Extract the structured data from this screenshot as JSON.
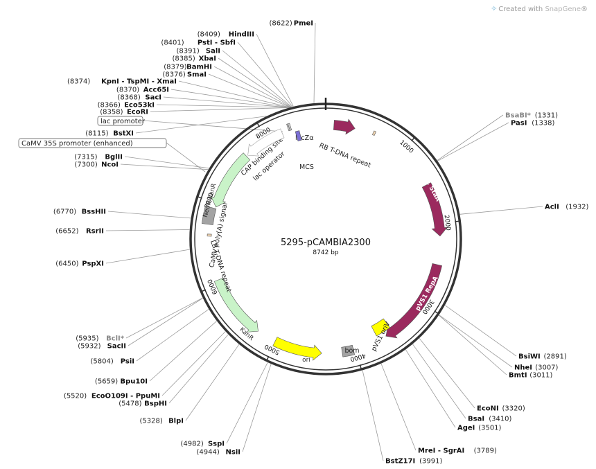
{
  "plasmid": {
    "name": "5295-pCAMBIA2300",
    "length_label": "8742 bp",
    "length": 8742
  },
  "brand": {
    "prefix": "Created with ",
    "name": "SnapGene",
    "mark": "®"
  },
  "ticks": [
    "1000",
    "2000",
    "3000",
    "4000",
    "5000",
    "6000",
    "7000",
    "8000"
  ],
  "sites": [
    {
      "name": "PmeI",
      "pos": "(8622)",
      "bp": 8622,
      "side": "L"
    },
    {
      "name": "HindIII",
      "pos": "(8409)",
      "bp": 8409,
      "side": "L"
    },
    {
      "name": "PstI - SbfI",
      "pos": "(8401)",
      "bp": 8401,
      "side": "L"
    },
    {
      "name": "SalI",
      "pos": "(8391)",
      "bp": 8391,
      "side": "L"
    },
    {
      "name": "XbaI",
      "pos": "(8385)",
      "bp": 8385,
      "side": "L"
    },
    {
      "name": "BamHI",
      "pos": "(8379)",
      "bp": 8379,
      "side": "L"
    },
    {
      "name": "SmaI",
      "pos": "(8376)",
      "bp": 8376,
      "side": "L"
    },
    {
      "name": "KpnI - TspMI - XmaI",
      "pos": "(8374)",
      "bp": 8374,
      "side": "L"
    },
    {
      "name": "Acc65I",
      "pos": "(8370)",
      "bp": 8370,
      "side": "L"
    },
    {
      "name": "SacI",
      "pos": "(8368)",
      "bp": 8368,
      "side": "L"
    },
    {
      "name": "Eco53kI",
      "pos": "(8366)",
      "bp": 8366,
      "side": "L"
    },
    {
      "name": "EcoRI",
      "pos": "(8358)",
      "bp": 8358,
      "side": "L"
    },
    {
      "name": "BstXI",
      "pos": "(8115)",
      "bp": 8115,
      "side": "L"
    },
    {
      "name": "BglII",
      "pos": "(7315)",
      "bp": 7315,
      "side": "L"
    },
    {
      "name": "NcoI",
      "pos": "(7300)",
      "bp": 7300,
      "side": "L"
    },
    {
      "name": "BssHII",
      "pos": "(6770)",
      "bp": 6770,
      "side": "L"
    },
    {
      "name": "RsrII",
      "pos": "(6652)",
      "bp": 6652,
      "side": "L"
    },
    {
      "name": "PspXI",
      "pos": "(6450)",
      "bp": 6450,
      "side": "L"
    },
    {
      "name": "BclI*",
      "pos": "(5935)",
      "bp": 5935,
      "side": "L",
      "dim": true
    },
    {
      "name": "SacII",
      "pos": "(5932)",
      "bp": 5932,
      "side": "L"
    },
    {
      "name": "PsiI",
      "pos": "(5804)",
      "bp": 5804,
      "side": "L"
    },
    {
      "name": "Bpu10I",
      "pos": "(5659)",
      "bp": 5659,
      "side": "L"
    },
    {
      "name": "EcoO109I - PpuMI",
      "pos": "(5520)",
      "bp": 5520,
      "side": "L"
    },
    {
      "name": "BspHI",
      "pos": "(5478)",
      "bp": 5478,
      "side": "L"
    },
    {
      "name": "BlpI",
      "pos": "(5328)",
      "bp": 5328,
      "side": "L"
    },
    {
      "name": "SspI",
      "pos": "(4982)",
      "bp": 4982,
      "side": "L"
    },
    {
      "name": "NsiI",
      "pos": "(4944)",
      "bp": 4944,
      "side": "L"
    },
    {
      "name": "BsaBI*",
      "pos": "(1331)",
      "bp": 1331,
      "side": "R",
      "dim": true
    },
    {
      "name": "PasI",
      "pos": "(1338)",
      "bp": 1338,
      "side": "R"
    },
    {
      "name": "AclI",
      "pos": "(1932)",
      "bp": 1932,
      "side": "R"
    },
    {
      "name": "BsiWI",
      "pos": "(2891)",
      "bp": 2891,
      "side": "R"
    },
    {
      "name": "NheI",
      "pos": "(3007)",
      "bp": 3007,
      "side": "R"
    },
    {
      "name": "BmtI",
      "pos": "(3011)",
      "bp": 3011,
      "side": "R"
    },
    {
      "name": "EcoNI",
      "pos": "(3320)",
      "bp": 3320,
      "side": "R"
    },
    {
      "name": "BsaI",
      "pos": "(3410)",
      "bp": 3410,
      "side": "R"
    },
    {
      "name": "AgeI",
      "pos": "(3501)",
      "bp": 3501,
      "side": "R"
    },
    {
      "name": "MreI - SgrAI",
      "pos": "(3789)",
      "bp": 3789,
      "side": "R"
    },
    {
      "name": "BstZ17I",
      "pos": "(3991)",
      "bp": 3991,
      "side": "R"
    }
  ],
  "boxed_features": [
    {
      "label": "lac promoter"
    },
    {
      "label": "CaMV 35S promoter (enhanced)"
    }
  ],
  "features": [
    {
      "label": "lacZα",
      "start": 100,
      "end": 360,
      "color": "#9b2a5e",
      "type": "arrow",
      "dir": 1
    },
    {
      "label": "RB T-DNA repeat",
      "start": 585,
      "end": 610,
      "color": "#f2d6b3",
      "type": "box"
    },
    {
      "label": "MCS",
      "start": 8358,
      "end": 8409,
      "color": "#7b6fd6",
      "type": "box"
    },
    {
      "label": "pVS1 StaA",
      "start": 1500,
      "end": 2150,
      "color": "#9b2a5e",
      "type": "arrow",
      "dir": 1
    },
    {
      "label": "pVS1 RepA",
      "start": 2500,
      "end": 3600,
      "color": "#9b2a5e",
      "type": "arrow",
      "dir": 1
    },
    {
      "label": "pVS1 oriV",
      "start": 3500,
      "end": 3700,
      "color": "#ffff00",
      "type": "box"
    },
    {
      "label": "bom",
      "start": 4030,
      "end": 4170,
      "color": "#a3a3a3",
      "type": "box"
    },
    {
      "label": "ori",
      "start": 4420,
      "end": 5010,
      "color": "#ffff00",
      "type": "arrow",
      "dir": -1
    },
    {
      "label": "KanR",
      "start": 5250,
      "end": 6050,
      "color": "#c9f3c8",
      "type": "arrow",
      "dir": -1
    },
    {
      "label": "LB T-DNA repeat",
      "start": 6590,
      "end": 6615,
      "color": "#f2d6b3",
      "type": "box"
    },
    {
      "label": "CaMV poly(A) signal",
      "start": 6730,
      "end": 6930,
      "color": "#a3a3a3",
      "type": "box"
    },
    {
      "label": "NeoR/KanR",
      "start": 6950,
      "end": 7680,
      "color": "#c9f3c8",
      "type": "arrow",
      "dir": -1
    },
    {
      "label": "CAP binding site",
      "start": 8285,
      "end": 8305,
      "color": "#cccccc",
      "type": "box"
    },
    {
      "label": "lac operator",
      "start": 8300,
      "end": 8320,
      "color": "#cccccc",
      "type": "box"
    },
    {
      "label": "lac promoter",
      "start": 7700,
      "end": 8200,
      "color": "#ffffff",
      "type": "arrow",
      "dir": -1
    }
  ]
}
